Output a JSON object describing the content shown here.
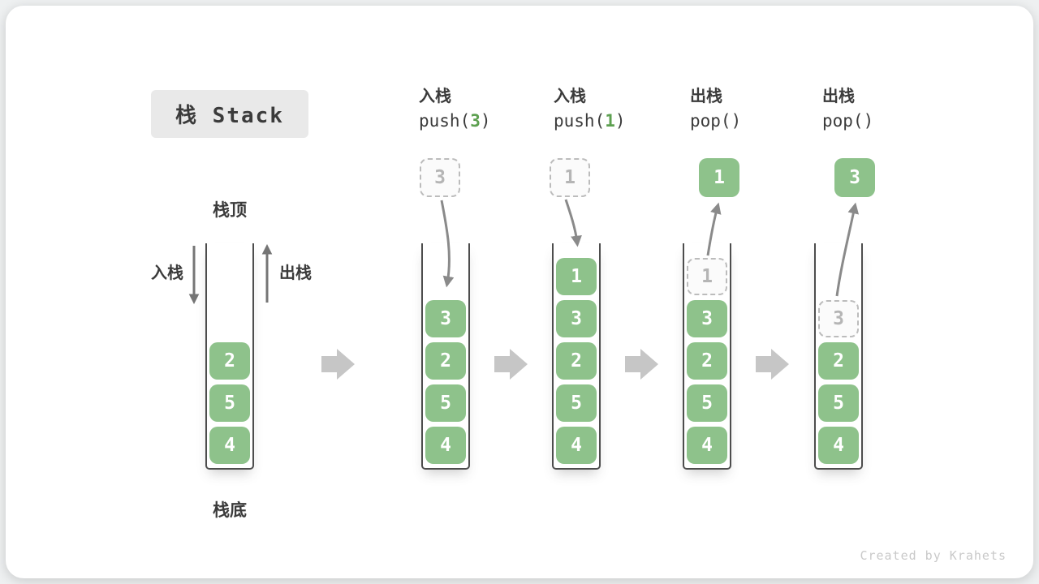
{
  "title": "栈 Stack",
  "watermark": "Created by Krahets",
  "annotations": {
    "stack_top": "栈顶",
    "stack_bottom": "栈底",
    "push_side": "入栈",
    "pop_side": "出栈"
  },
  "operations": [
    {
      "name_cn": "入栈",
      "call_prefix": "push(",
      "arg": "3",
      "call_suffix": ")"
    },
    {
      "name_cn": "入栈",
      "call_prefix": "push(",
      "arg": "1",
      "call_suffix": ")"
    },
    {
      "name_cn": "出栈",
      "call_prefix": "pop(",
      "arg": "",
      "call_suffix": ")"
    },
    {
      "name_cn": "出栈",
      "call_prefix": "pop(",
      "arg": "",
      "call_suffix": ")"
    }
  ],
  "stacks": [
    {
      "blocks_bottom_to_top": [
        {
          "value": "4",
          "style": "solid"
        },
        {
          "value": "5",
          "style": "solid"
        },
        {
          "value": "2",
          "style": "solid"
        }
      ],
      "floating": null,
      "flow": null
    },
    {
      "blocks_bottom_to_top": [
        {
          "value": "4",
          "style": "solid"
        },
        {
          "value": "5",
          "style": "solid"
        },
        {
          "value": "2",
          "style": "solid"
        },
        {
          "value": "3",
          "style": "solid"
        }
      ],
      "floating": {
        "value": "3",
        "style": "dashed"
      },
      "flow": "push"
    },
    {
      "blocks_bottom_to_top": [
        {
          "value": "4",
          "style": "solid"
        },
        {
          "value": "5",
          "style": "solid"
        },
        {
          "value": "2",
          "style": "solid"
        },
        {
          "value": "3",
          "style": "solid"
        },
        {
          "value": "1",
          "style": "solid"
        }
      ],
      "floating": {
        "value": "1",
        "style": "dashed"
      },
      "flow": "push"
    },
    {
      "blocks_bottom_to_top": [
        {
          "value": "4",
          "style": "solid"
        },
        {
          "value": "5",
          "style": "solid"
        },
        {
          "value": "2",
          "style": "solid"
        },
        {
          "value": "3",
          "style": "solid"
        },
        {
          "value": "1",
          "style": "dashed"
        }
      ],
      "floating": {
        "value": "1",
        "style": "solid"
      },
      "flow": "pop"
    },
    {
      "blocks_bottom_to_top": [
        {
          "value": "4",
          "style": "solid"
        },
        {
          "value": "5",
          "style": "solid"
        },
        {
          "value": "2",
          "style": "solid"
        },
        {
          "value": "3",
          "style": "dashed"
        }
      ],
      "floating": {
        "value": "3",
        "style": "solid"
      },
      "flow": "pop"
    }
  ],
  "colors": {
    "block_green": "#8ec28b",
    "code_arg_green": "#5da050",
    "dashed_border": "#bcbcbc",
    "dashed_text": "#b5b5b5",
    "arrow_gray": "#8a8a8a",
    "straight_arrow_gray": "#757575",
    "flow_arrow_gray": "#c6c6c6",
    "text_dark": "#3b3b3b",
    "title_bg": "#e9e9e9",
    "watermark_gray": "#c9c9c9"
  }
}
